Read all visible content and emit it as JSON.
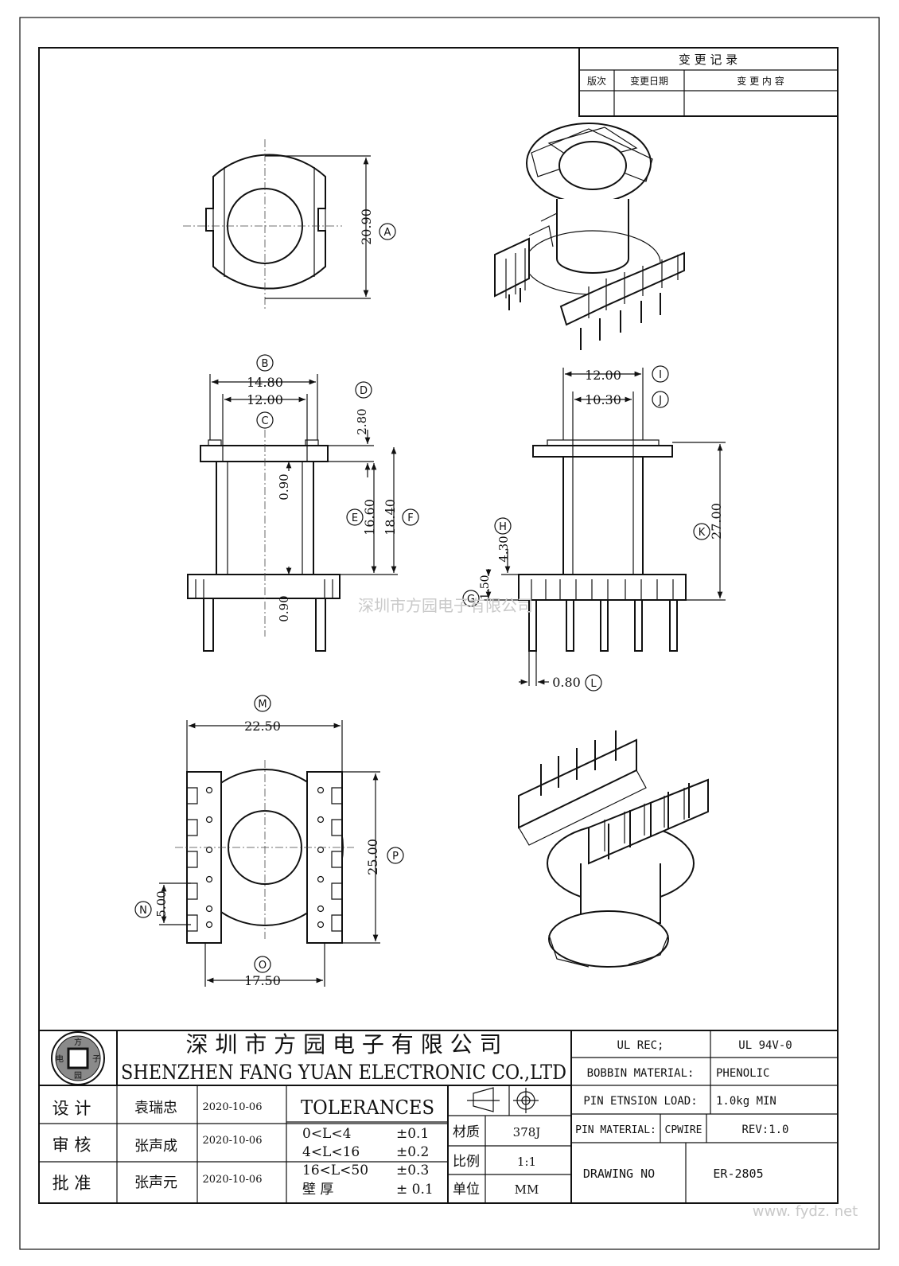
{
  "change_record": {
    "title": "变 更 记 录",
    "col_version": "版次",
    "col_date": "变更日期",
    "col_content": "变 更 内 容"
  },
  "dimensions": {
    "A": {
      "label": "A",
      "value": "20.90"
    },
    "B": {
      "label": "B",
      "value": "14.80"
    },
    "C": {
      "label": "C",
      "value": "12.00"
    },
    "D": {
      "label": "D",
      "value": "2.80"
    },
    "E": {
      "label": "E",
      "value": "16.60"
    },
    "F": {
      "label": "F",
      "value": "18.40"
    },
    "G": {
      "label": "G",
      "value": "1.50"
    },
    "H": {
      "label": "H",
      "value": "4.30"
    },
    "I": {
      "label": "I",
      "value": "12.00"
    },
    "J": {
      "label": "J",
      "value": "10.30"
    },
    "K": {
      "label": "K",
      "value": "27.00"
    },
    "L": {
      "label": "L",
      "value": "0.80"
    },
    "M": {
      "label": "M",
      "value": "22.50"
    },
    "N": {
      "label": "N",
      "value": "5.00"
    },
    "O": {
      "label": "O",
      "value": "17.50"
    },
    "P": {
      "label": "P",
      "value": "25.00"
    },
    "wall_top": "0.90",
    "wall_bottom": "0.90"
  },
  "watermark_center": "深圳市方园电子有限公司",
  "watermark_site": "www. fydz. net",
  "title_block": {
    "company_cn": "深 圳 市 方 园 电 子 有 限 公 司",
    "company_en": "SHENZHEN FANG YUAN ELECTRONIC CO.,LTD",
    "logo_chars": [
      "方",
      "电",
      "子",
      "园"
    ],
    "rows": [
      {
        "role": "设  计",
        "name": "袁瑞忠",
        "date": "2020-10-06"
      },
      {
        "role": "审  核",
        "name": "张声成",
        "date": "2020-10-06"
      },
      {
        "role": "批  准",
        "name": "张声元",
        "date": "2020-10-06"
      }
    ],
    "tolerances_title": "TOLERANCES",
    "tolerances": [
      {
        "range": "0<L<4",
        "value": "±0.1"
      },
      {
        "range": "4<L<16",
        "value": "±0.2"
      },
      {
        "range": "16<L<50",
        "value": "±0.3"
      },
      {
        "range": "壁  厚",
        "value": "± 0.1"
      }
    ],
    "material_label": "材质",
    "material_value": "378J",
    "scale_label": "比例",
    "scale_value": "1:1",
    "unit_label": "单位",
    "unit_value": "MM",
    "ul_rec_label": "UL REC;",
    "ul_rec_value": "UL  94V-0",
    "bobbin_material_label": "BOBBIN MATERIAL:",
    "bobbin_material_value": "PHENOLIC",
    "pin_tension_label": "PIN ETNSION LOAD:",
    "pin_tension_value": "1.0kg MIN",
    "pin_material_label": "PIN MATERIAL:",
    "pin_material_value": "CPWIRE",
    "rev": "REV:1.0",
    "drawing_no_label": "DRAWING NO",
    "drawing_no_value": "ER-2805"
  }
}
